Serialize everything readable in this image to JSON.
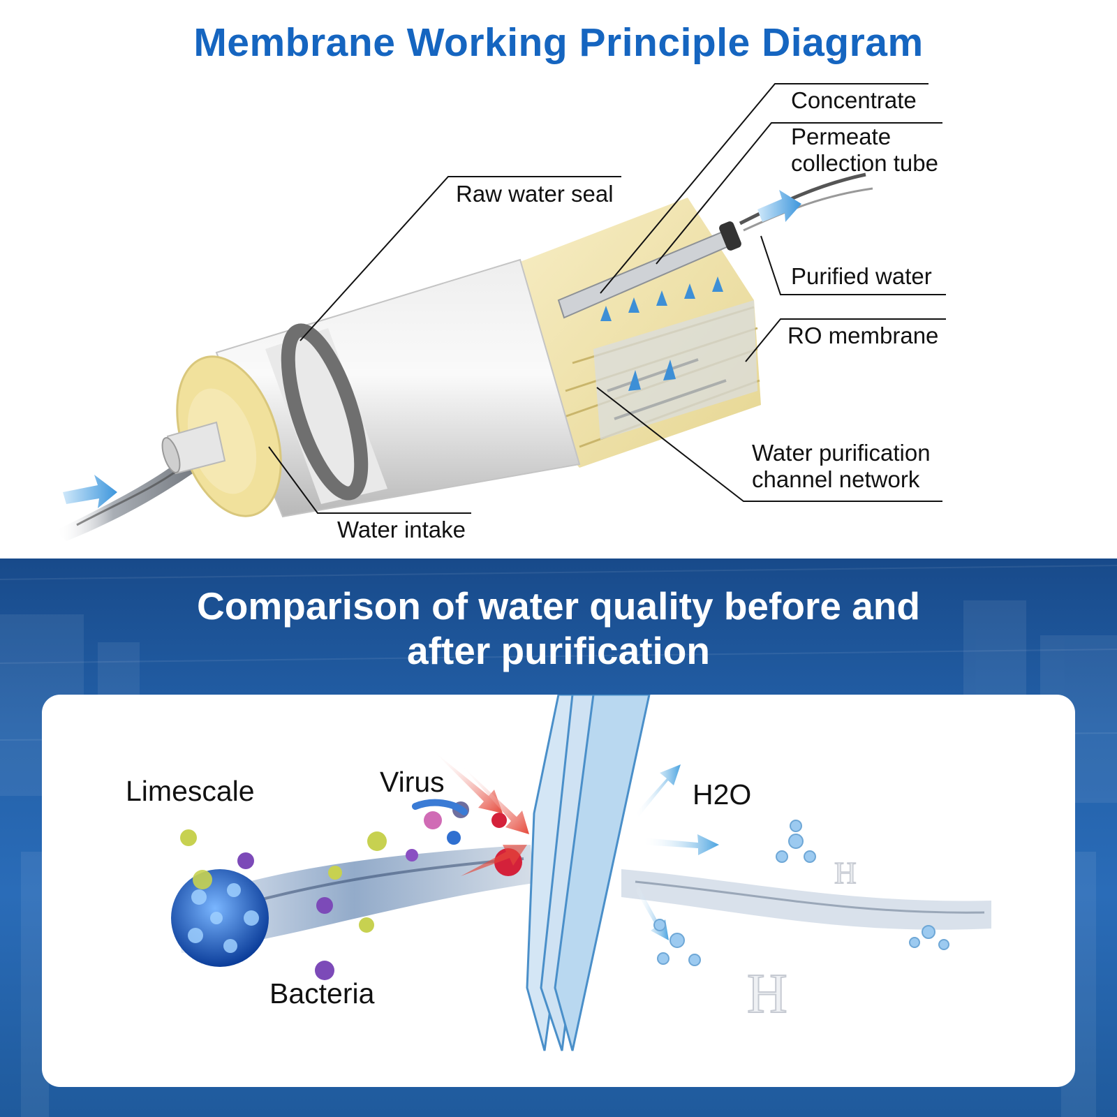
{
  "diagram": {
    "title": "Membrane Working Principle Diagram",
    "labels": {
      "concentrate": "Concentrate",
      "permeate_line1": "Permeate",
      "permeate_line2": "collection tube",
      "raw_water_seal": "Raw water seal",
      "purified_water": "Purified water",
      "ro_membrane": "RO membrane",
      "channel_line1": "Water  purification",
      "channel_line2": "channel network",
      "water_intake": "Water intake"
    }
  },
  "comparison": {
    "title_line1": "Comparison of water quality before and",
    "title_line2": "after purification",
    "labels": {
      "limescale": "Limescale",
      "virus": "Virus",
      "bacteria": "Bacteria",
      "h2o": "H2O"
    }
  },
  "colors": {
    "title_blue": "#1565c0",
    "membrane_yellow": "#f3e7b0",
    "arrow_blue": "#4aa3e0",
    "arrow_red": "#e5483a",
    "panel_blue": "#2a6cb8"
  }
}
